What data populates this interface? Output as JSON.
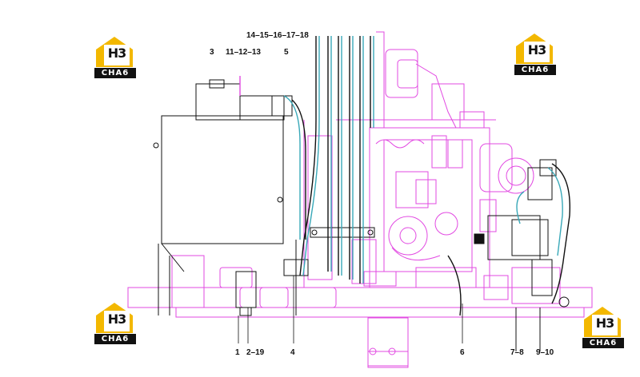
{
  "logo": {
    "mark": "H3",
    "word": "CHA6"
  },
  "callouts": {
    "c3": "3",
    "c11_13": "11–12–13",
    "c14_18": "14–15–16–17–18",
    "c5": "5",
    "c1": "1",
    "c2_19": "2–19",
    "c4": "4",
    "c6": "6",
    "c7_8": "7–8",
    "c9_10": "9–10"
  },
  "colors": {
    "engine": "#e24ae2",
    "hoses": "#38a8b8",
    "outline": "#111111",
    "logo_yellow": "#f3b800"
  }
}
